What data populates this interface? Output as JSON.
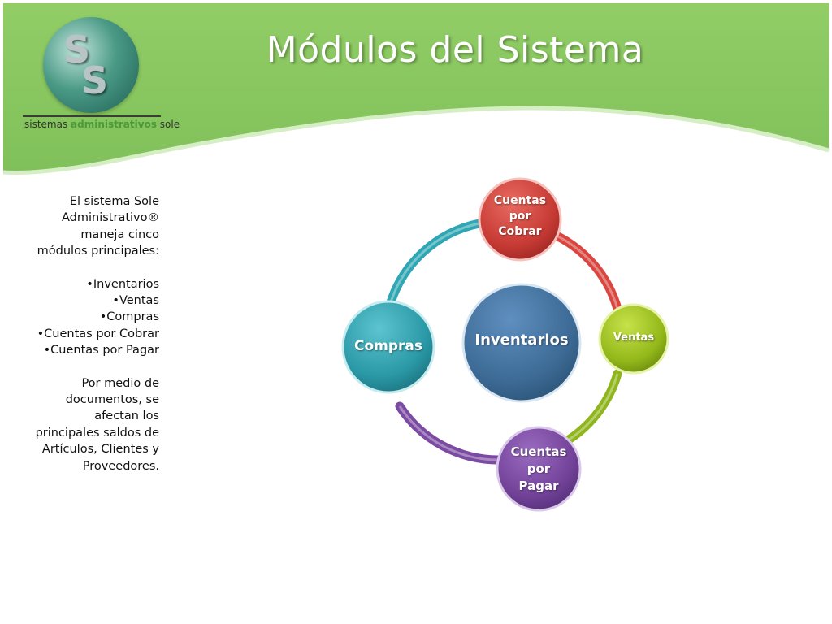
{
  "title": "Módulos del Sistema",
  "logo": {
    "letters": [
      "S",
      "S"
    ],
    "text_plain_1": "sistemas ",
    "text_bold": "administrativos",
    "text_plain_2": " sole"
  },
  "description": {
    "intro": [
      "El sistema Sole",
      "Administrativo®",
      "maneja cinco",
      "módulos principales:"
    ],
    "modules": [
      "•Inventarios",
      "•Ventas",
      "•Compras",
      "•Cuentas por Cobrar",
      "•Cuentas por Pagar"
    ],
    "outro": [
      "Por medio de",
      "documentos, se",
      "afectan los",
      "principales saldos de",
      "Artículos, Clientes y",
      "Proveedores."
    ]
  },
  "diagram": {
    "center": "Inventarios",
    "top": [
      "Cuentas",
      "por",
      "Cobrar"
    ],
    "right": "Ventas",
    "bottom": [
      "Cuentas",
      "por",
      "Pagar"
    ],
    "left": "Compras"
  },
  "colors": {
    "header_green": "#8cc864",
    "center": "#3d6b96",
    "top": "#d9463f",
    "right": "#9cc21a",
    "bottom": "#7b4aa2",
    "left": "#2fa6b3"
  }
}
